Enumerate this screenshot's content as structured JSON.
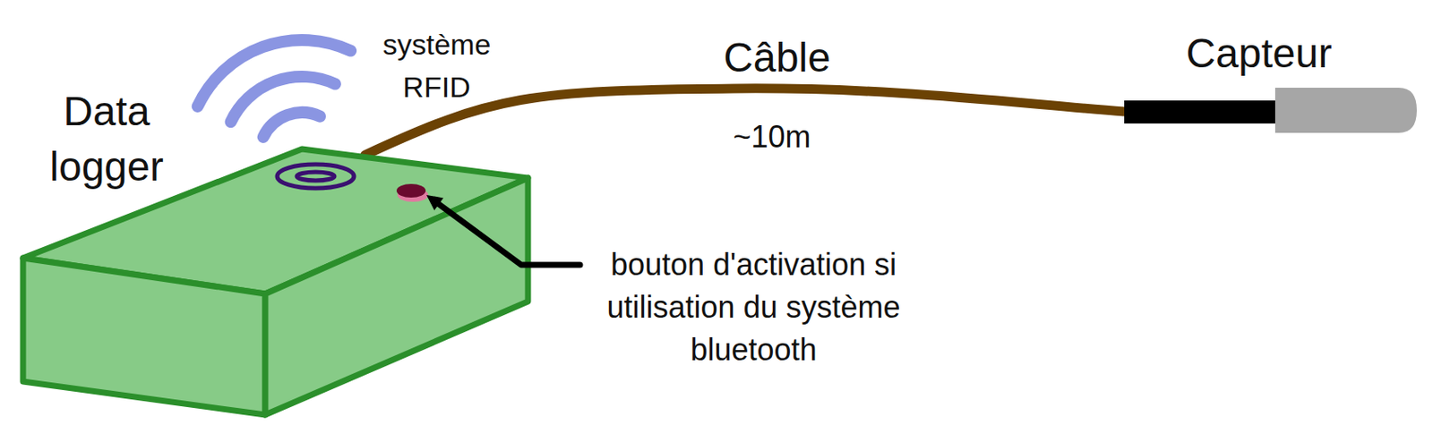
{
  "diagram": {
    "nodes": [
      {
        "text": [
          "Data logger"
        ]
      },
      {
        "text": [
          "Capteur"
        ]
      }
    ],
    "edges": [
      {
        "from": 0,
        "to": 1,
        "arrow": "none",
        "label": "Câble"
      }
    ],
    "labels": [
      "système RFID",
      "~10m",
      "bouton d'activation si utilisation du système bluetooth"
    ]
  }
}
